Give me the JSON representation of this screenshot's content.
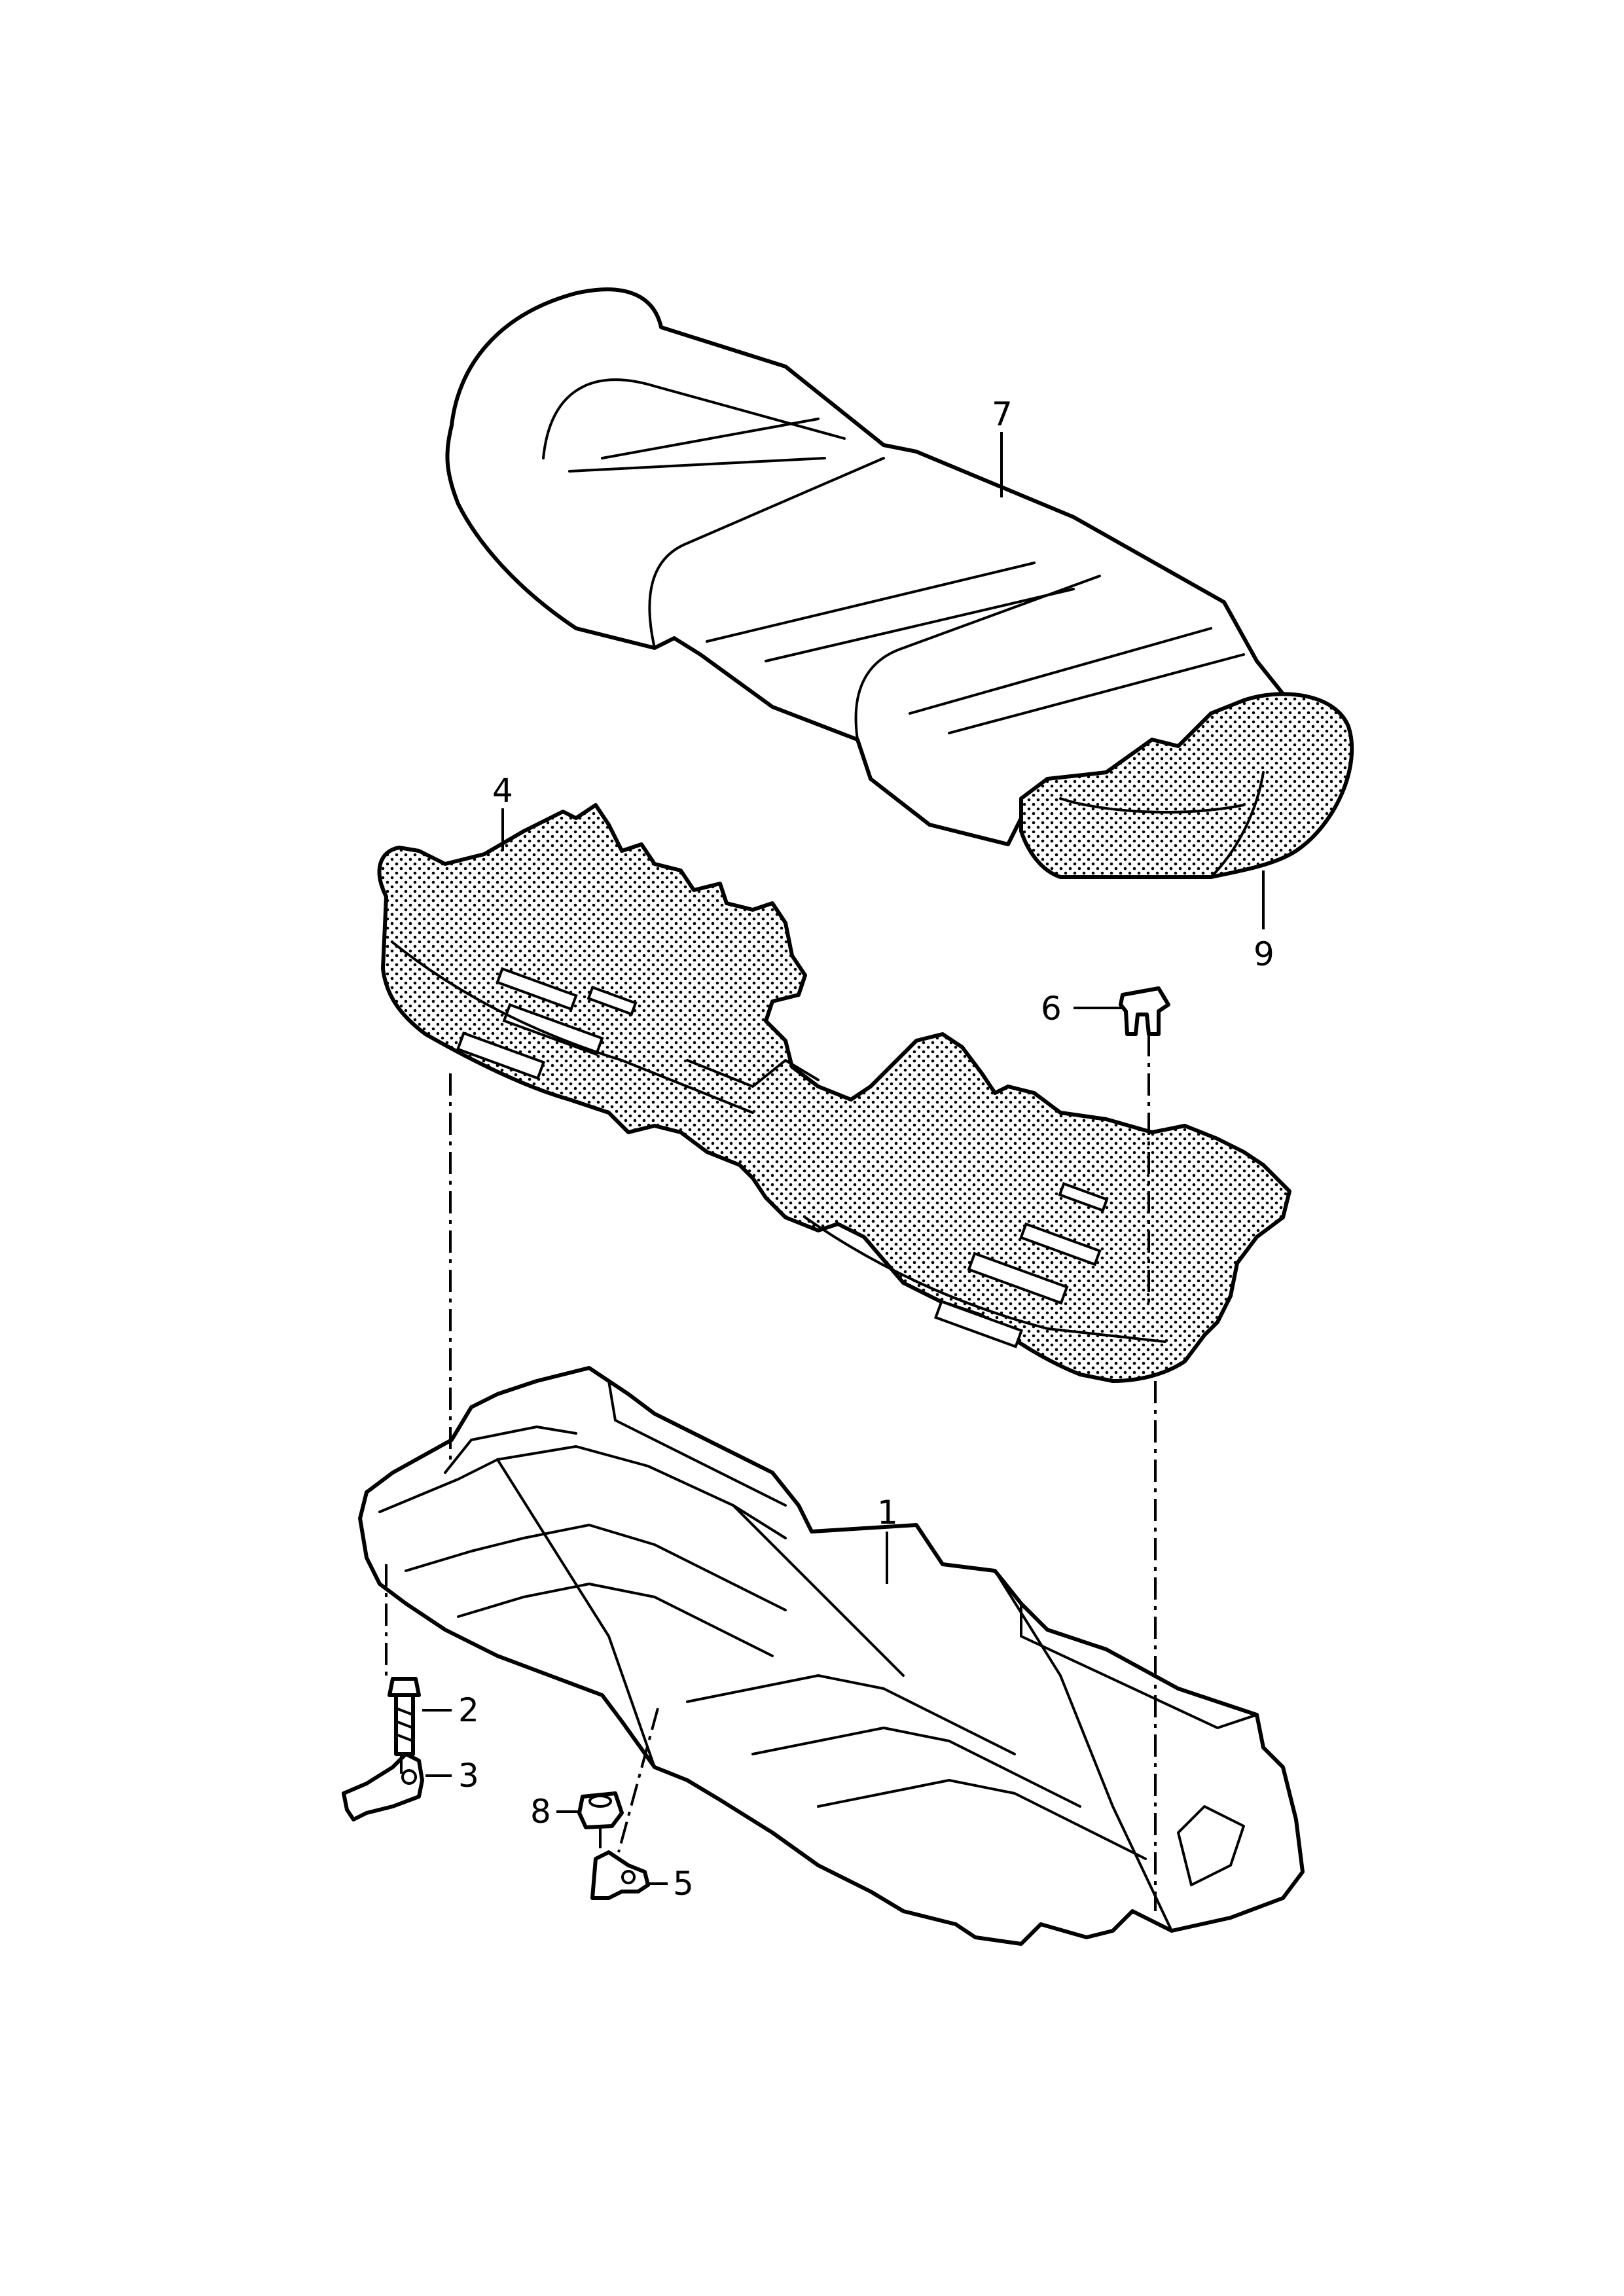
{
  "diagram": {
    "callouts": [
      {
        "id": "1",
        "label": "1"
      },
      {
        "id": "2",
        "label": "2"
      },
      {
        "id": "3",
        "label": "3"
      },
      {
        "id": "4",
        "label": "4"
      },
      {
        "id": "5",
        "label": "5"
      },
      {
        "id": "6",
        "label": "6"
      },
      {
        "id": "7",
        "label": "7"
      },
      {
        "id": "8",
        "label": "8"
      },
      {
        "id": "9",
        "label": "9"
      }
    ],
    "parts": [
      {
        "callout": "1",
        "name": "seat-frame"
      },
      {
        "callout": "2",
        "name": "bolt"
      },
      {
        "callout": "3",
        "name": "bracket"
      },
      {
        "callout": "4",
        "name": "seat-cushion-foam"
      },
      {
        "callout": "5",
        "name": "bracket"
      },
      {
        "callout": "6",
        "name": "clip"
      },
      {
        "callout": "7",
        "name": "seat-cover"
      },
      {
        "callout": "8",
        "name": "nut"
      },
      {
        "callout": "9",
        "name": "foam-padding"
      }
    ]
  },
  "colors": {
    "line": "#000000",
    "background": "#ffffff"
  }
}
